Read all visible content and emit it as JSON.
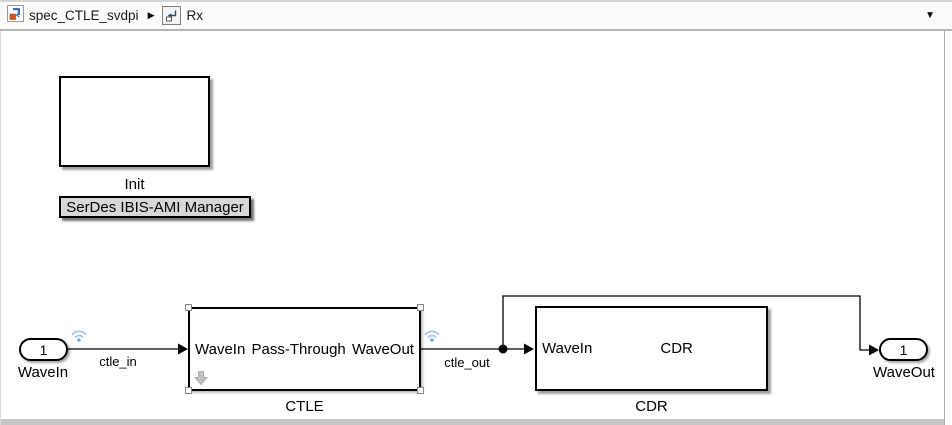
{
  "breadcrumb": {
    "model": "spec_CTLE_svdpi",
    "subsystem": "Rx",
    "separator_glyph": "▶",
    "dropdown_glyph": "▼"
  },
  "diagram": {
    "init_block": {
      "name": "Init"
    },
    "manager_button": {
      "label": "SerDes IBIS-AMI Manager"
    },
    "inport": {
      "number": "1",
      "name": "WaveIn"
    },
    "outport": {
      "number": "1",
      "name": "WaveOut"
    },
    "ctle_block": {
      "name": "CTLE",
      "in_port": "WaveIn",
      "mask_text": "Pass-Through",
      "out_port": "WaveOut"
    },
    "cdr_block": {
      "name": "CDR",
      "in_port": "WaveIn",
      "mask_text": "CDR",
      "right_pad": ""
    },
    "signals": {
      "ctle_in": "ctle_in",
      "ctle_out": "ctle_out"
    }
  },
  "icons": {
    "breadcrumb_model": "simulink-model-icon",
    "breadcrumb_subsystem": "subsystem-icon",
    "signal_logging": "wifi-logging-icon",
    "block_badge": "gray-down-arrow-icon"
  },
  "colors": {
    "bar_bg": "#fbfbfb",
    "bar_border": "#b5b5b5",
    "button_gray": "#d8d8d8",
    "scrollbar_gray": "#c6c6c6",
    "handle_border": "#878787",
    "badge_blue": "#9dbfe6",
    "badge_blue_dot": "#78a7db",
    "arrow_badge_gray": "#c2c2c2",
    "model_icon_orange": "#d95319",
    "model_icon_blue": "#3f6fbf"
  }
}
